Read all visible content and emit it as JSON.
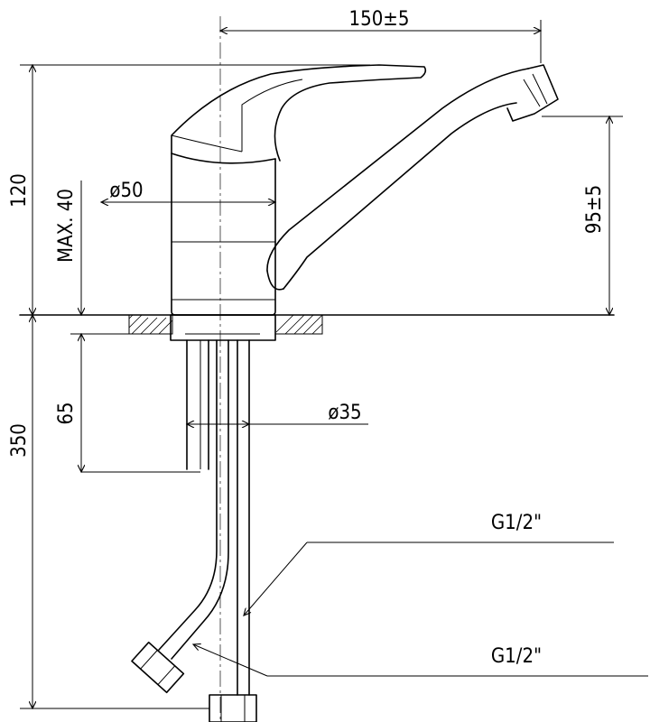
{
  "dimensions": {
    "spout_reach": "150±5",
    "total_height": "120",
    "max_deck": "MAX. 40",
    "body_diameter": "ø50",
    "spout_height": "95±5",
    "shank_length": "65",
    "shank_diameter": "ø35",
    "hose_length": "350"
  },
  "connections": {
    "upper_label": "G1/2\"",
    "lower_label": "G1/2\""
  }
}
